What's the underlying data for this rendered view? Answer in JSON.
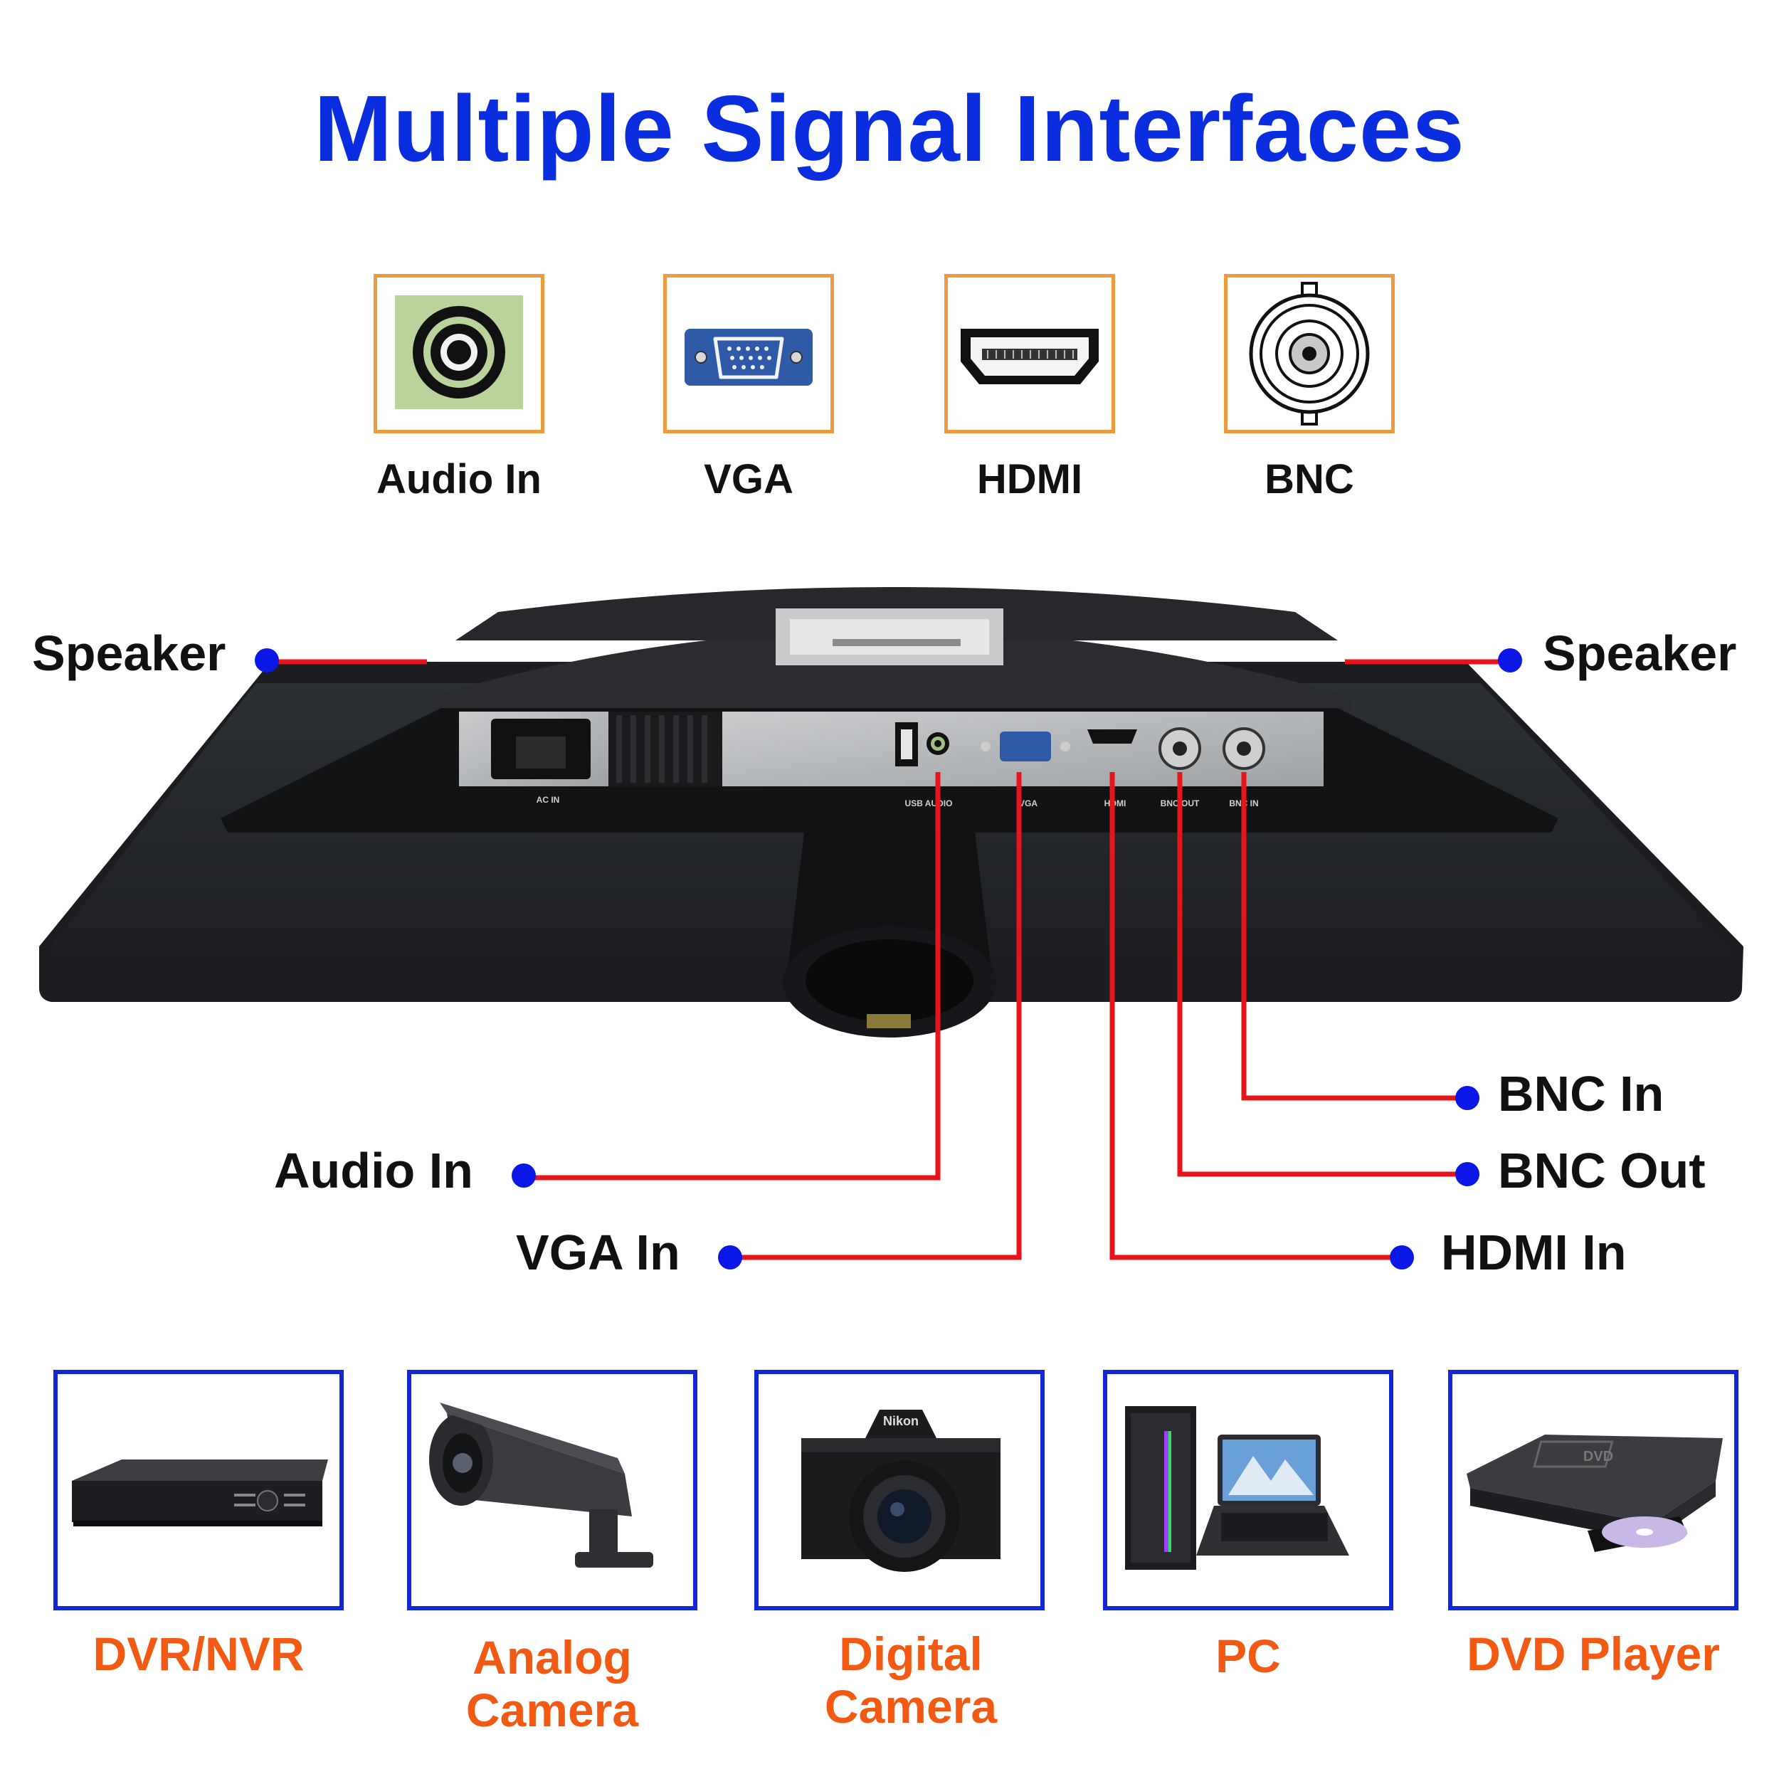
{
  "title": "Multiple Signal Interfaces",
  "ports": [
    {
      "label": "Audio In",
      "icon": "audio-jack-icon"
    },
    {
      "label": "VGA",
      "icon": "vga-port-icon"
    },
    {
      "label": "HDMI",
      "icon": "hdmi-port-icon"
    },
    {
      "label": "BNC",
      "icon": "bnc-port-icon"
    }
  ],
  "callouts": {
    "speaker_left": "Speaker",
    "speaker_right": "Speaker",
    "audio_in": "Audio In",
    "vga_in": "VGA In",
    "hdmi_in": "HDMI In",
    "bnc_in": "BNC In",
    "bnc_out": "BNC Out"
  },
  "panel_labels": {
    "ac_in": "AC IN",
    "usb_audio": "USB AUDIO",
    "vga": "VGA",
    "hdmi": "HDMI",
    "bnc_out": "BNC OUT",
    "bnc_in": "BNC IN"
  },
  "devices": [
    {
      "label_lines": [
        "DVR/NVR"
      ],
      "icon": "dvr-nvr-icon"
    },
    {
      "label_lines": [
        "Analog",
        "Camera"
      ],
      "icon": "analog-camera-icon"
    },
    {
      "label_lines": [
        "Digital",
        "Camera"
      ],
      "icon": "digital-camera-icon",
      "brand": "Nikon"
    },
    {
      "label_lines": [
        "PC"
      ],
      "icon": "pc-laptop-icon"
    },
    {
      "label_lines": [
        "DVD Player"
      ],
      "icon": "dvd-player-icon",
      "brand": "DVD"
    }
  ],
  "colors": {
    "title": "#0b2de0",
    "port_border": "#ee9a3f",
    "device_border": "#1326d6",
    "device_label": "#f25a13",
    "line": "#e8141c",
    "dot": "#0a17e6"
  }
}
